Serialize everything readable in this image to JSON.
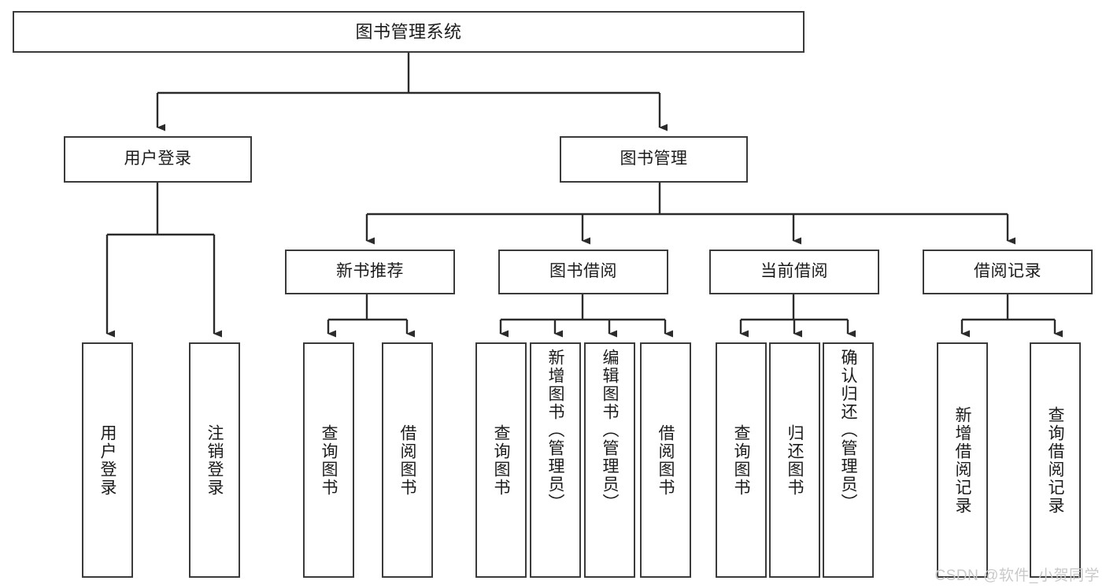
{
  "diagram": {
    "title": "图书管理系统",
    "type": "tree-hierarchy",
    "watermark": "CSDN @软件_小贺同学",
    "colors": {
      "background": "#ffffff",
      "box_border": "#3b3b3b",
      "connector": "#2b2b2b",
      "text": "#1b1b1b",
      "watermark": "#c9c9c9"
    },
    "root": {
      "label": "图书管理系统"
    },
    "level2": [
      {
        "label": "用户登录"
      },
      {
        "label": "图书管理"
      }
    ],
    "level3": [
      {
        "label": "新书推荐"
      },
      {
        "label": "图书借阅"
      },
      {
        "label": "当前借阅"
      },
      {
        "label": "借阅记录"
      }
    ],
    "leaves": {
      "user_login": [
        {
          "label": "用户登录"
        },
        {
          "label": "注销登录"
        }
      ],
      "new_book": [
        {
          "label": "查询图书"
        },
        {
          "label": "借阅图书"
        }
      ],
      "book_borrow": [
        {
          "label": "查询图书"
        },
        {
          "label": "新增图书（管理员）"
        },
        {
          "label": "编辑图书（管理员）"
        },
        {
          "label": "借阅图书"
        }
      ],
      "current_borrow": [
        {
          "label": "查询图书"
        },
        {
          "label": "归还图书"
        },
        {
          "label": "确认归还（管理员）"
        }
      ],
      "borrow_record": [
        {
          "label": "新增借阅记录"
        },
        {
          "label": "查询借阅记录"
        }
      ]
    }
  }
}
